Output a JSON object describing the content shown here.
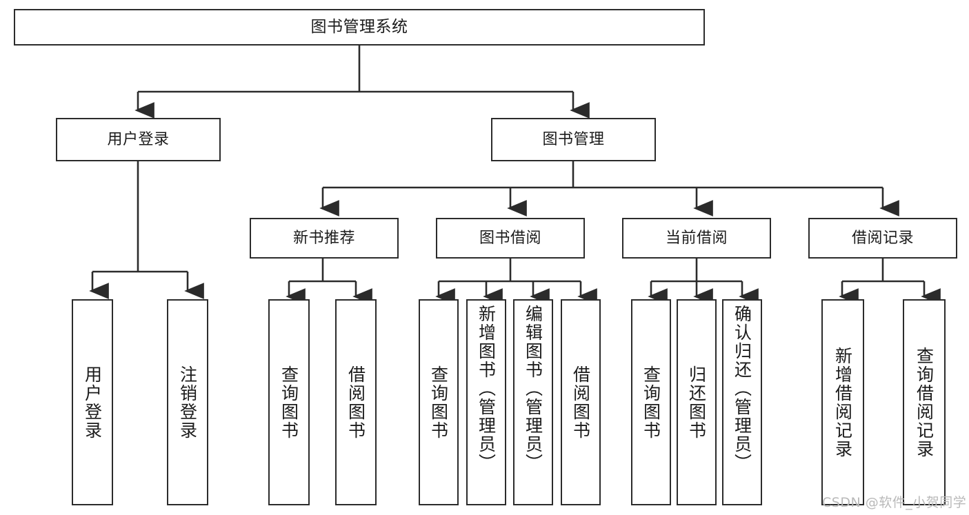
{
  "diagram": {
    "title": "图书管理系统",
    "type": "hierarchy-tree",
    "colors": {
      "box_border": "#2b2b2b",
      "box_fill": "#ffffff",
      "connector": "#2b2b2b",
      "text": "#1b1b1b",
      "watermark": "#b9b9b9"
    },
    "levels": {
      "root": {
        "label": "图书管理系统"
      },
      "level2": [
        {
          "label": "用户登录"
        },
        {
          "label": "图书管理"
        }
      ],
      "level3": [
        {
          "label": "新书推荐"
        },
        {
          "label": "图书借阅"
        },
        {
          "label": "当前借阅"
        },
        {
          "label": "借阅记录"
        }
      ],
      "leaves": {
        "user_login": [
          {
            "label": "用户登录"
          },
          {
            "label": "注销登录"
          }
        ],
        "new_book_recommend": [
          {
            "label": "查询图书"
          },
          {
            "label": "借阅图书"
          }
        ],
        "book_borrow": [
          {
            "label": "查询图书"
          },
          {
            "label": "新增图书（管理员）"
          },
          {
            "label": "编辑图书（管理员）"
          },
          {
            "label": "借阅图书"
          }
        ],
        "current_borrow": [
          {
            "label": "查询图书"
          },
          {
            "label": "归还图书"
          },
          {
            "label": "确认归还（管理员）"
          }
        ],
        "borrow_record": [
          {
            "label": "新增借阅记录"
          },
          {
            "label": "查询借阅记录"
          }
        ]
      }
    },
    "watermark": "CSDN @软件_小贺同学"
  }
}
